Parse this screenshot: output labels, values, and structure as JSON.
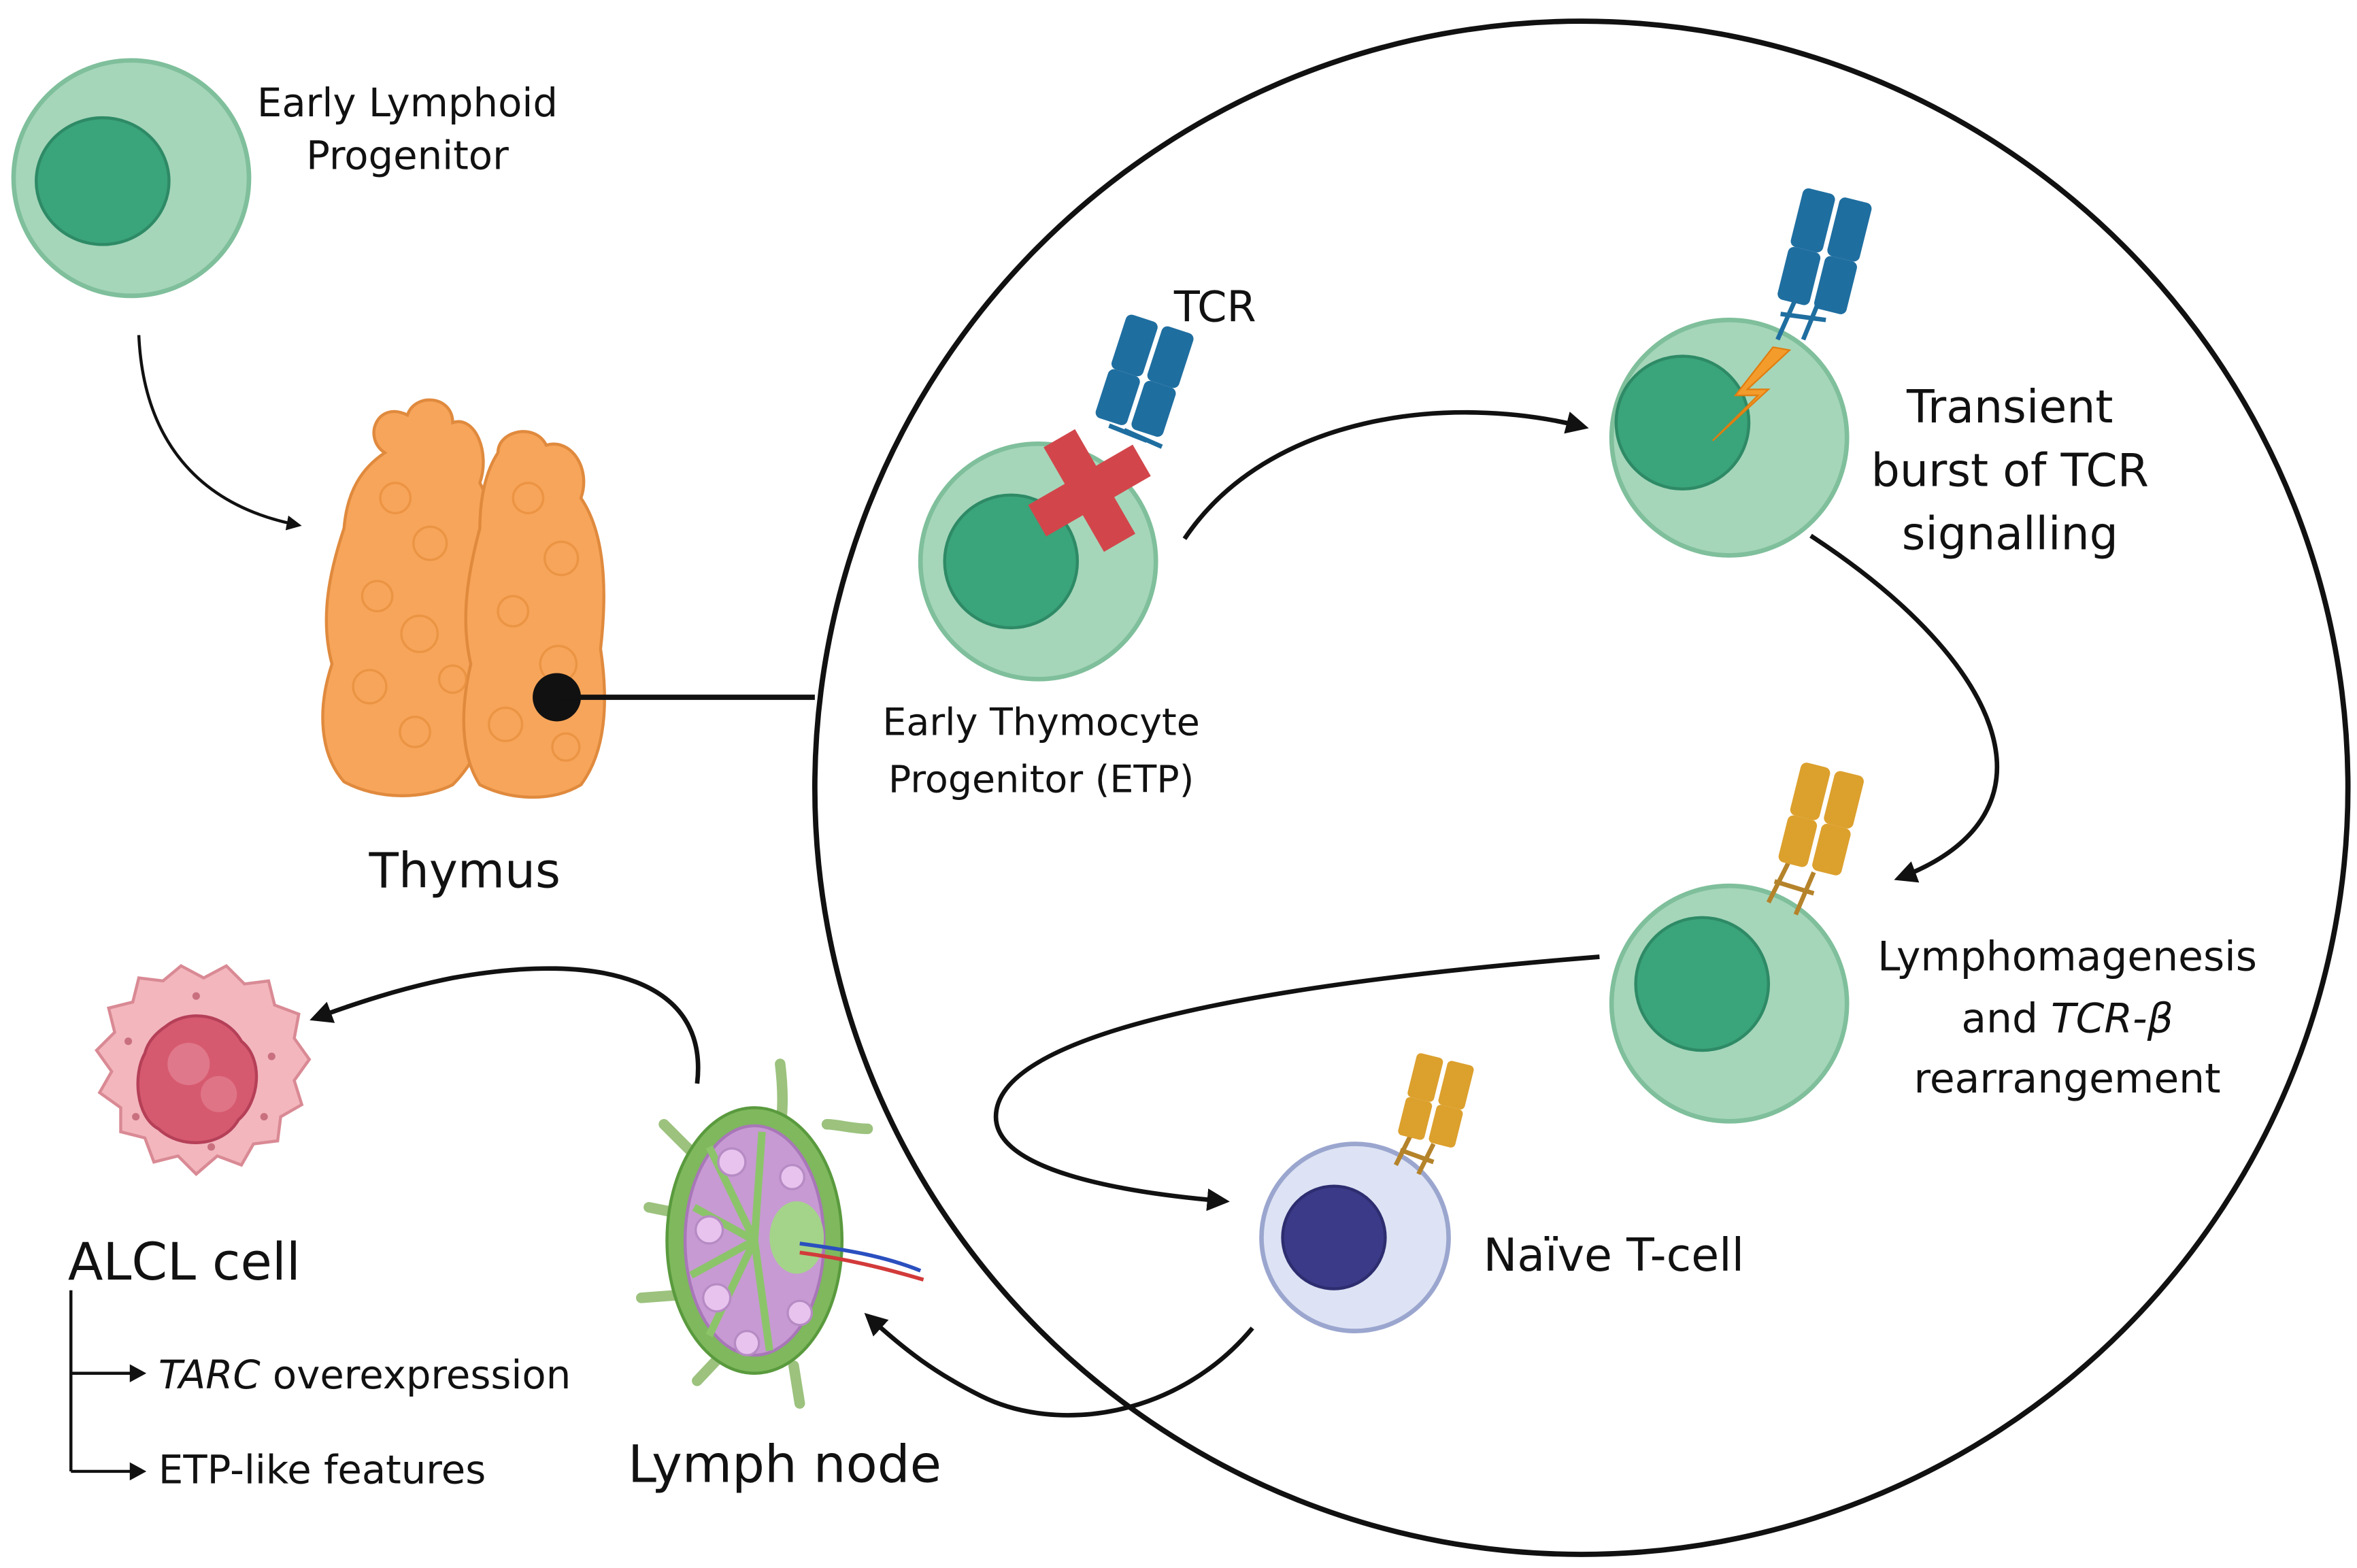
{
  "figure": {
    "labels": {
      "early_lymphoid_line1": "Early Lymphoid",
      "early_lymphoid_line2": "Progenitor",
      "thymus": "Thymus",
      "tcr": "TCR",
      "etp_line1": "Early Thymocyte",
      "etp_line2": "Progenitor (ETP)",
      "transient_line1": "Transient",
      "transient_line2": "burst of TCR",
      "transient_line3": "signalling",
      "lympho_line1": "Lymphomagenesis",
      "lympho_line2_prefix": "and ",
      "lympho_line2_italic": "TCR-β",
      "lympho_line3": "rearrangement",
      "naive": "Naïve T-cell",
      "lymph_node": "Lymph node",
      "alcl": "ALCL cell",
      "tarc_italic": "TARC",
      "tarc_rest": " overexpression",
      "etp_like": "ETP-like features"
    },
    "colors": {
      "cell_fill": "#a5d6b9",
      "cell_nucleus": "#3aa47a",
      "naive_fill": "#dde3f4",
      "naive_nucleus": "#3a3a88",
      "thymus": "#f7a55a",
      "tcr_blue": "#1f6ea0",
      "tcr_orange": "#dca02d",
      "cross_red": "#d2464b",
      "bolt_orange": "#f39c2c",
      "alcl_pink": "#f3b6bd",
      "alcl_core": "#d65a6f",
      "lymph_green": "#7fb85d",
      "lymph_purple": "#c79ad3"
    }
  }
}
